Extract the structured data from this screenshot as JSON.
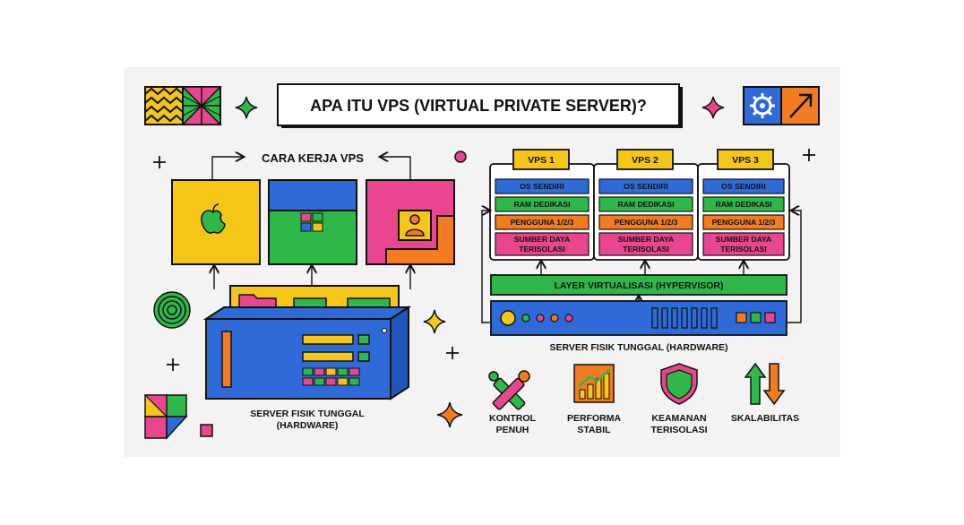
{
  "title": "APA ITU VPS (VIRTUAL PRIVATE SERVER)?",
  "left": {
    "heading": "CARA KERJA VPS",
    "server_label_line1": "SERVER FISIK TUNGGAL",
    "server_label_line2": "(HARDWARE)"
  },
  "right": {
    "vps": [
      {
        "label": "VPS 1",
        "rows": [
          "OS SENDIRI",
          "RAM DEDIKASI",
          "PENGGUNA 1/2/3",
          "SUMBER DAYA",
          "TERISOLASI"
        ]
      },
      {
        "label": "VPS 2",
        "rows": [
          "OS SENDIRI",
          "RAM DEDIKASI",
          "PENGGUNA 1/2/3",
          "SUMBER DAYA",
          "TERISOLASI"
        ]
      },
      {
        "label": "VPS 3",
        "rows": [
          "OS SENDIRI",
          "RAM DEDIKASI",
          "PENGGUNA 1/2/3",
          "SUMBER DAYA",
          "TERISOLASI"
        ]
      }
    ],
    "hypervisor": "LAYER VIRTUALISASI (HYPERVISOR)",
    "server_label": "SERVER FISIK TUNGGAL (HARDWARE)"
  },
  "features": [
    {
      "line1": "KONTROL",
      "line2": "PENUH",
      "icon": "tools-icon"
    },
    {
      "line1": "PERFORMA",
      "line2": "STABIL",
      "icon": "chart-icon"
    },
    {
      "line1": "KEAMANAN",
      "line2": "TERISOLASI",
      "icon": "shield-icon"
    },
    {
      "line1": "SKALABILITAS",
      "line2": "",
      "icon": "up-down-arrows-icon"
    }
  ],
  "colors": {
    "yellow": "#f5c518",
    "blue": "#2e6bd9",
    "green": "#2fb84a",
    "pink": "#e8468f",
    "orange": "#f47c20",
    "outline": "#111111"
  }
}
